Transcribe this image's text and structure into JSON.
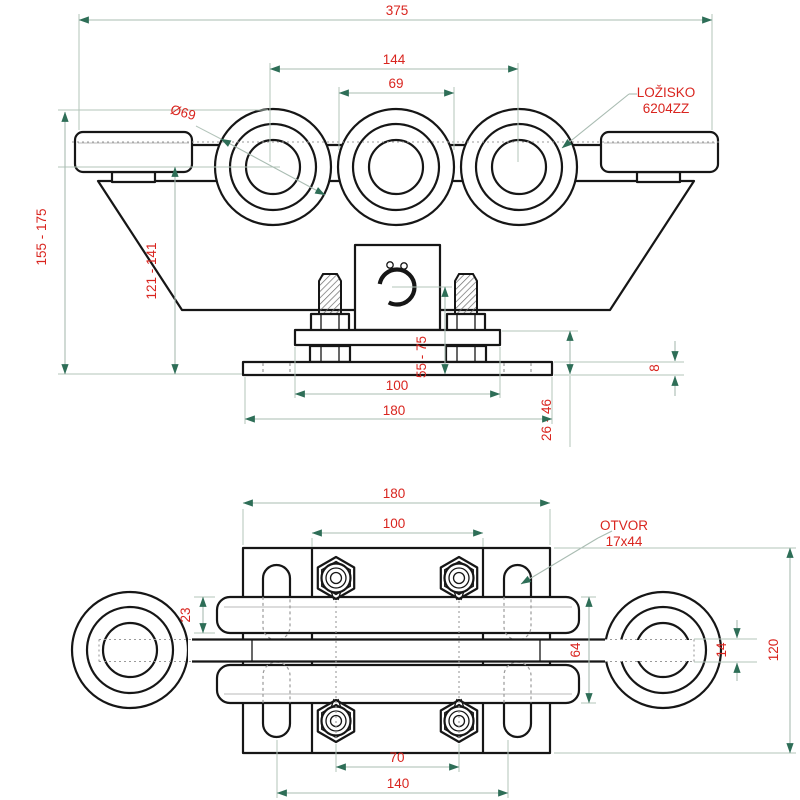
{
  "drawing": {
    "language_note_labels": {
      "bearing_line1": "LOŽISKO",
      "bearing_line2": "6204ZZ",
      "hole_line1": "OTVOR",
      "hole_line2": "17x44"
    },
    "front_view": {
      "overall_width": "375",
      "roller_span": "144",
      "roller_pitch": "69",
      "roller_diameter": "Ø69",
      "height_range_total": "155 - 175",
      "height_range_center": "121 - 141",
      "height_range_shaft": "55 - 75",
      "height_range_bar": "26 - 46",
      "plate_thickness": "8",
      "bolt_plate_inner": "100",
      "base_plate_width": "180"
    },
    "plan_view": {
      "base_plate_width": "180",
      "inner_width": "100",
      "bar_width": "23",
      "rail_width": "64",
      "arm_thickness": "14",
      "base_plate_height": "120",
      "nut_spacing": "70",
      "slot_spacing": "140"
    },
    "colors": {
      "dimension_text": "#d9251f",
      "arrowhead": "#2e6e57",
      "geometry": "#161616",
      "dimension_line": "#a9bcb2"
    }
  }
}
